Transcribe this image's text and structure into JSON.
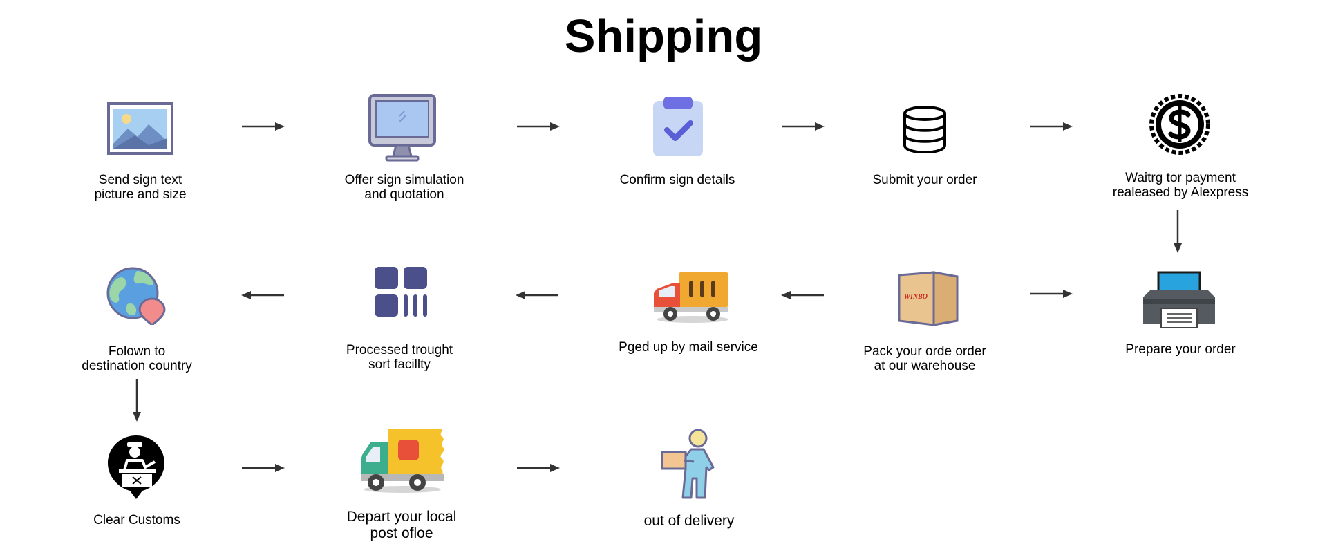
{
  "title": "Shipping",
  "steps": [
    {
      "lines": [
        "Send sign text",
        "picture and size"
      ],
      "icon": "picture-icon"
    },
    {
      "lines": [
        "Offer sign simulation",
        "and quotation"
      ],
      "icon": "monitor-icon"
    },
    {
      "lines": [
        "Confirm sign details"
      ],
      "icon": "clipboard-check-icon"
    },
    {
      "lines": [
        "Submit your order"
      ],
      "icon": "database-icon"
    },
    {
      "lines": [
        "Waitrg tor payment",
        "realeased by Alexpress"
      ],
      "icon": "dollar-badge-icon"
    },
    {
      "lines": [
        "Prepare your order"
      ],
      "icon": "printer-icon"
    },
    {
      "lines": [
        "Pack your orde order",
        "at our warehouse"
      ],
      "icon": "box-icon",
      "box_text": "WINBO"
    },
    {
      "lines": [
        "Pged up by mail service"
      ],
      "icon": "truck-icon"
    },
    {
      "lines": [
        "Processed trought",
        "sort facillty"
      ],
      "icon": "sort-grid-icon"
    },
    {
      "lines": [
        "Folown to",
        "destination country"
      ],
      "icon": "globe-pin-icon"
    },
    {
      "lines": [
        "Clear Customs"
      ],
      "icon": "customs-officer-icon"
    },
    {
      "lines": [
        "Depart your local",
        "post ofloe"
      ],
      "icon": "delivery-van-icon"
    },
    {
      "lines": [
        "out of delivery"
      ],
      "icon": "courier-icon"
    }
  ],
  "colors": {
    "arrow": "#333333",
    "icon_outline": "#6a6a96",
    "icon_fill_light": "#c8d6f5",
    "icon_blue": "#5b5fd6",
    "truck_orange": "#f0a830",
    "truck_red": "#e8503a",
    "van_yellow": "#f6c22c",
    "van_green": "#3cae8e",
    "printer_gray": "#555a60",
    "printer_blue": "#29a3dd",
    "box_tan": "#e9c48f"
  }
}
